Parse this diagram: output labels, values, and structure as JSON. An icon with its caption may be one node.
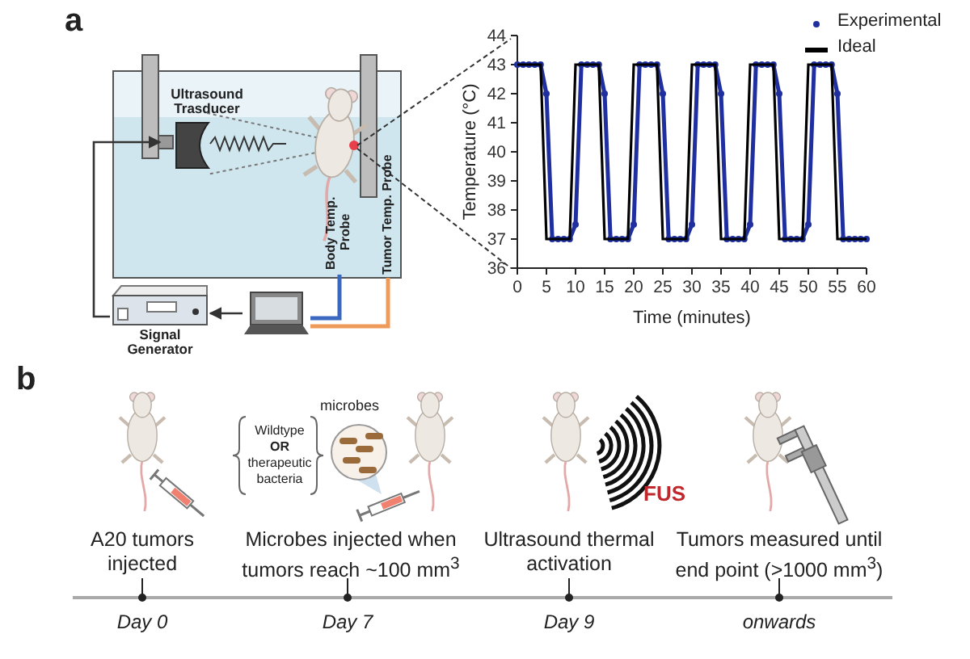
{
  "diagram": {
    "nodes": [
      {
        "text": [
          "Ultrasound Trasducer"
        ]
      },
      {
        "text": [
          "Body Temp. Probe"
        ]
      },
      {
        "text": [
          "Tumor Temp. Probe"
        ]
      },
      {
        "text": [
          "Signal Generator"
        ]
      },
      {
        "text": [],
        "shape": "picture"
      }
    ],
    "edges": [
      {
        "from": 3,
        "to": 0,
        "arrow": "to"
      },
      {
        "from": 4,
        "to": 3,
        "arrow": "to"
      },
      {
        "from": 4,
        "to": 1,
        "arrow": "none",
        "color": "#3a68c0"
      },
      {
        "from": 4,
        "to": 2,
        "arrow": "none",
        "color": "#ee9a5a"
      }
    ],
    "labels": [
      "a",
      "b",
      "microbes",
      "Wildtype **OR** therapeutic bacteria",
      "FUS",
      "A20 tumors injected",
      "Microbes injected when tumors reach ~100 mm$^{3}$",
      "Ultrasound thermal activation",
      "Tumors measured until end point (>1000 mm$^{3}$)",
      "Day 0",
      "Day 7",
      "Day 9",
      "onwards"
    ],
    "chart_data": {
      "type": "line",
      "xlabel": "Time (minutes)",
      "ylabel": "Temperature (°C)",
      "x": [
        0,
        1,
        2,
        3,
        4,
        5,
        6,
        7,
        8,
        9,
        10,
        11,
        12,
        13,
        14,
        15,
        16,
        17,
        18,
        19,
        20,
        21,
        22,
        23,
        24,
        25,
        26,
        27,
        28,
        29,
        30,
        31,
        32,
        33,
        34,
        35,
        36,
        37,
        38,
        39,
        40,
        41,
        42,
        43,
        44,
        45,
        46,
        47,
        48,
        49,
        50,
        51,
        52,
        53,
        54,
        55,
        56,
        57,
        58,
        59,
        60
      ],
      "series": [
        {
          "name": "Experimental",
          "color": "#1f2f9f",
          "marker": true,
          "values": [
            43,
            43,
            43,
            43,
            43,
            42,
            37,
            37,
            37,
            37,
            37.5,
            43,
            43,
            43,
            43,
            42,
            37,
            37,
            37,
            37,
            37.5,
            43,
            43,
            43,
            43,
            42,
            37,
            37,
            37,
            37,
            37.5,
            43,
            43,
            43,
            43,
            42,
            37,
            37,
            37,
            37,
            37.5,
            43,
            43,
            43,
            43,
            42,
            37,
            37,
            37,
            37,
            37.5,
            43,
            43,
            43,
            43,
            42,
            37,
            37,
            37,
            37,
            37
          ]
        },
        {
          "name": "Ideal",
          "color": "#000000",
          "values": [
            43,
            43,
            43,
            43,
            43,
            37,
            37,
            37,
            37,
            37,
            43,
            43,
            43,
            43,
            43,
            37,
            37,
            37,
            37,
            37,
            43,
            43,
            43,
            43,
            43,
            37,
            37,
            37,
            37,
            37,
            43,
            43,
            43,
            43,
            43,
            37,
            37,
            37,
            37,
            37,
            43,
            43,
            43,
            43,
            43,
            37,
            37,
            37,
            37,
            37,
            43,
            43,
            43,
            43,
            43,
            37,
            37,
            37,
            37,
            37,
            37
          ]
        }
      ],
      "xlim": [
        0,
        60
      ],
      "ylim": [
        36,
        44
      ],
      "xticks": [
        0,
        5,
        10,
        15,
        20,
        25,
        30,
        35,
        40,
        45,
        50,
        55,
        60
      ],
      "yticks": [
        36,
        37,
        38,
        39,
        40,
        41,
        42,
        43,
        44
      ]
    }
  }
}
